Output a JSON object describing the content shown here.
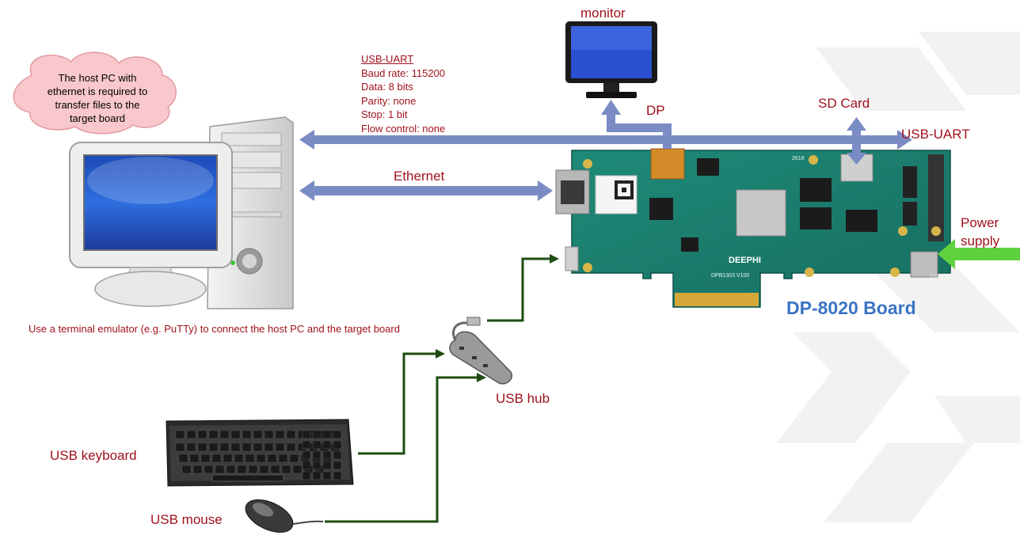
{
  "cloud_note": [
    "The host PC with",
    "ethernet is required to",
    "transfer files to the",
    "target board"
  ],
  "monitor_label": "monitor",
  "dp_label": "DP",
  "sd_card_label": "SD Card",
  "usb_uart_label": "USB-UART",
  "usb_uart_settings": {
    "title": "USB-UART",
    "baud": "Baud rate: 115200",
    "data": "Data: 8 bits",
    "parity": "Parity: none",
    "stop": "Stop: 1 bit",
    "flow": "Flow control: none"
  },
  "ethernet_label": "Ethernet",
  "power_supply_label": [
    "Power",
    "supply"
  ],
  "board_title": "DP-8020 Board",
  "terminal_note": "Use a terminal emulator (e.g. PuTTy) to connect the host PC and the target board",
  "usb_hub_label": "USB hub",
  "usb_keyboard_label": "USB keyboard",
  "usb_mouse_label": "USB mouse",
  "board_silkscreen": [
    "DEEPHI",
    "DPB1303 V100",
    "12V",
    "2618"
  ],
  "colors": {
    "connection_arrow": "#7a8cc4",
    "usb_cable": "#1e4d12",
    "power_arrow": "#5ed23e",
    "label_red": "#a0121c",
    "board_title": "#3b74c4",
    "cloud_fill": "#f8c8cc"
  }
}
